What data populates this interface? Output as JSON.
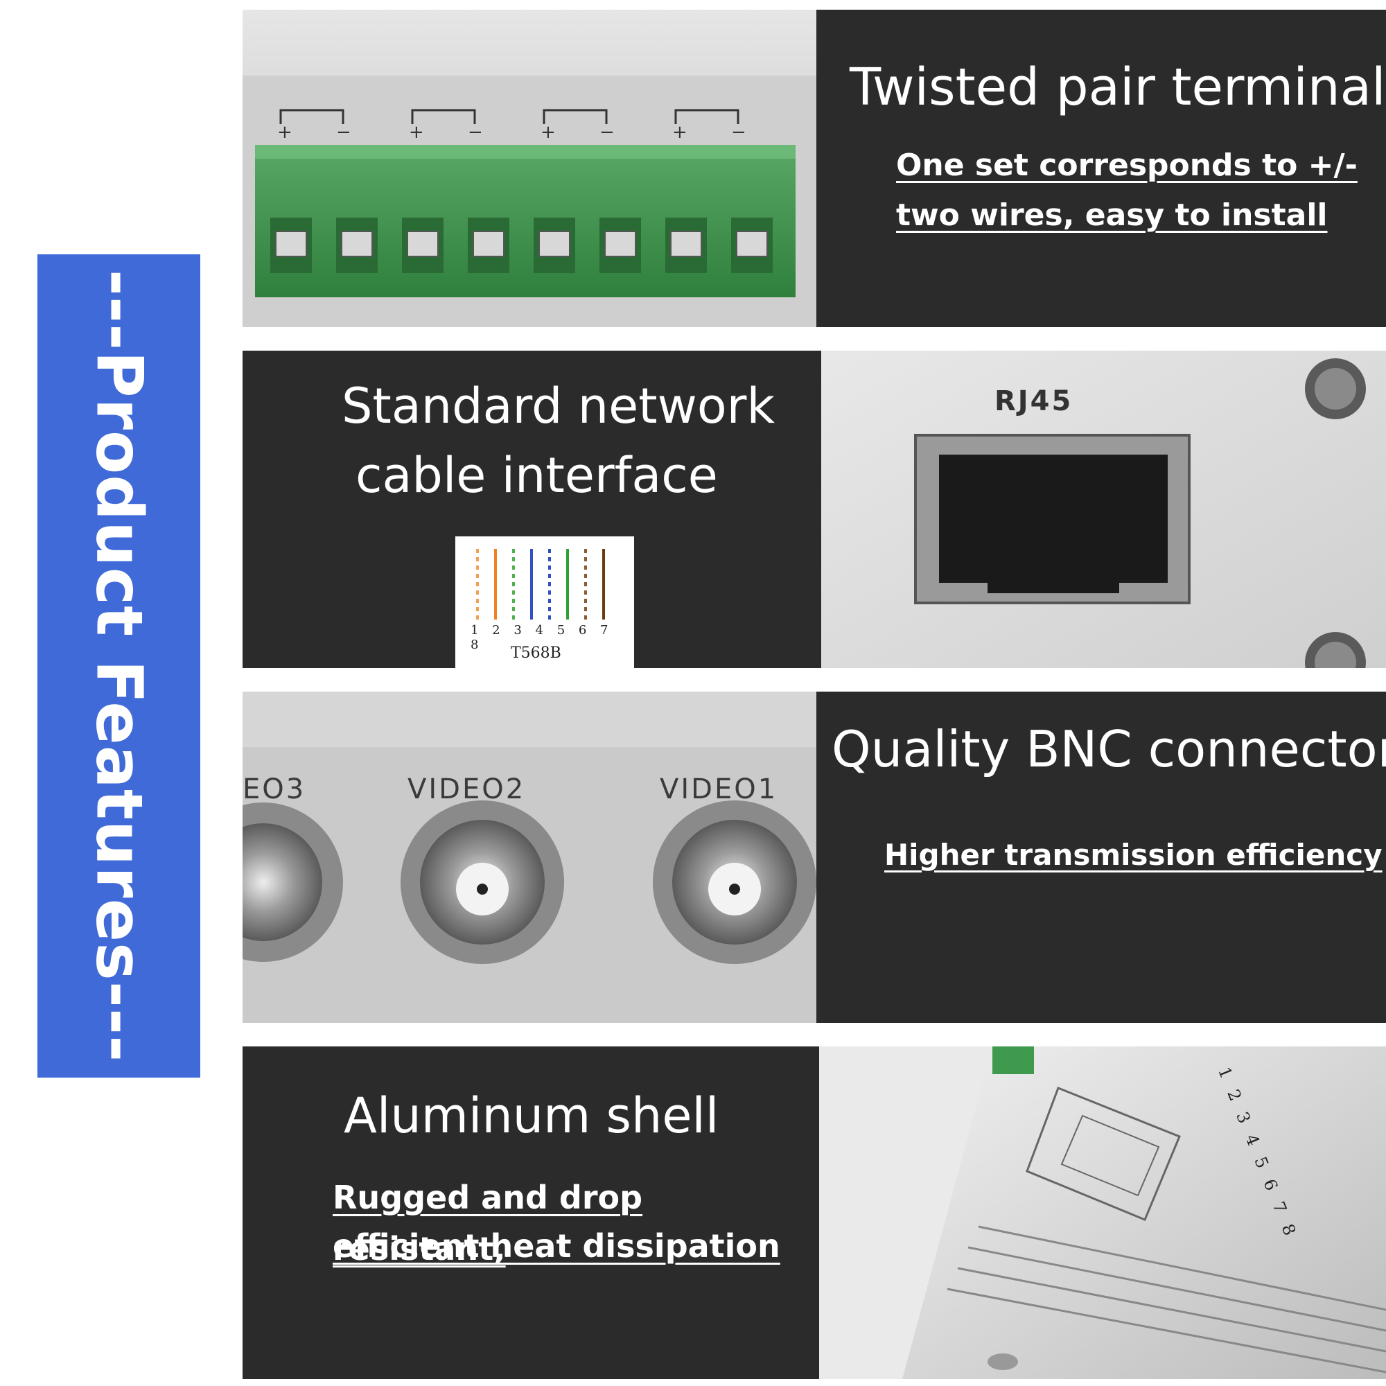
{
  "banner": {
    "text": "---Product Features---"
  },
  "features": [
    {
      "title": "Twisted pair terminal",
      "subtitle_lines": [
        "One set corresponds to +/-",
        "two wires, easy to install"
      ]
    },
    {
      "title_lines": [
        "Standard network",
        "cable interface"
      ],
      "photo_label": "RJ45",
      "wiring_card": {
        "pins": "1 2 3 4 5 6 7 8",
        "standard": "T568B"
      }
    },
    {
      "title": "Quality BNC connectors",
      "subtitle": "Higher transmission efficiency",
      "photo_labels": [
        "EO3",
        "VIDEO2",
        "VIDEO1"
      ]
    },
    {
      "title": "Aluminum shell",
      "subtitle_lines": [
        "Rugged and drop resistant,",
        "efficient heat dissipation"
      ],
      "shell_label": "1 2 3 4 5 6 7 8"
    }
  ],
  "colors": {
    "banner": "#3f6ad8",
    "panel": "#2b2b2b",
    "terminal_green": "#3f9a4e"
  }
}
